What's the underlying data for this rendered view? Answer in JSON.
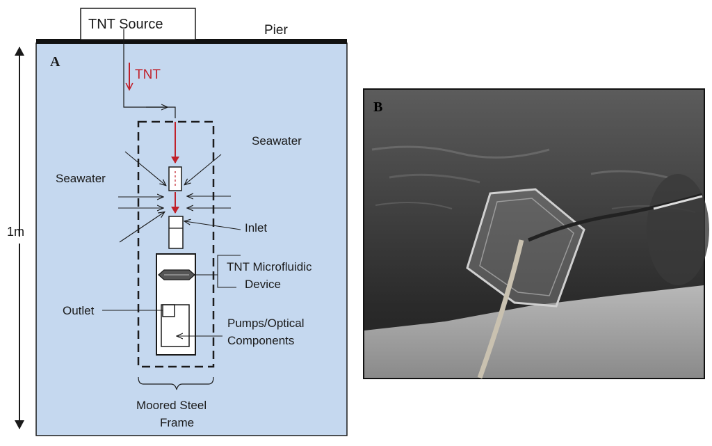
{
  "panel_a": {
    "letter": "A",
    "source_label": "TNT Source",
    "pier_label": "Pier",
    "tnt_label": "TNT",
    "scale_label": "1m",
    "seawater_right": "Seawater",
    "seawater_left": "Seawater",
    "inlet_label": "Inlet",
    "device_line1": "TNT Microfluidic",
    "device_line2": "Device",
    "outlet_label": "Outlet",
    "pumps_line1": "Pumps/Optical",
    "pumps_line2": "Components",
    "frame_line1": "Moored Steel",
    "frame_line2": "Frame"
  },
  "panel_b": {
    "letter": "B"
  },
  "colors": {
    "water": "#c5d8ef",
    "tnt_red": "#c0202a",
    "line": "#1a1a1a"
  }
}
